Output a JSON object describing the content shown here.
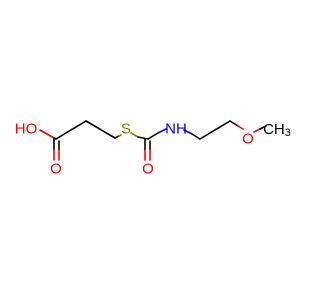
{
  "molecule": {
    "atoms": {
      "hydroxyl": {
        "label": "HO",
        "color": "#ff0000"
      },
      "carbonyl_oxygen_acid": {
        "label": "O",
        "color": "#ff0000"
      },
      "sulfur": {
        "label": "S",
        "color": "#808000"
      },
      "carbonyl_oxygen_thio": {
        "label": "O",
        "color": "#ff0000"
      },
      "amine": {
        "label": "NH",
        "color": "#0000ff"
      },
      "ether_oxygen": {
        "label": "O",
        "color": "#ff0000"
      },
      "methyl": {
        "label": "CH",
        "subscript": "3",
        "color": "#000000"
      }
    },
    "bond_color": "#000000"
  }
}
